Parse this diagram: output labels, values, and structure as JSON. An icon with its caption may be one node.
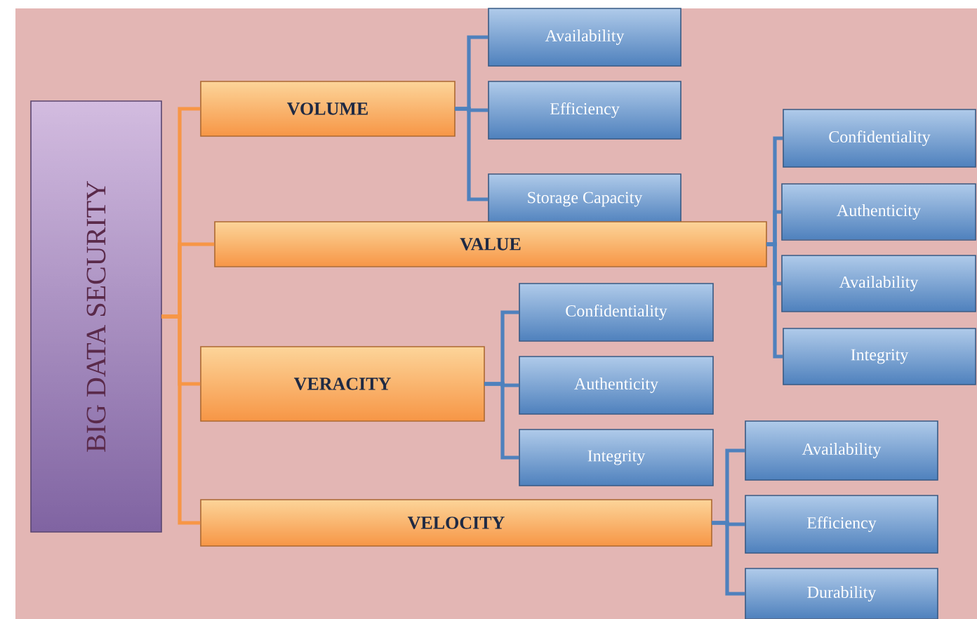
{
  "diagram": {
    "nodes": [
      {
        "text": [
          "BIG DATA SECURITY"
        ]
      },
      {
        "text": [
          "VOLUME"
        ]
      },
      {
        "text": [
          "Availability"
        ]
      },
      {
        "text": [
          "Efficiency"
        ]
      },
      {
        "text": [
          "Storage Capacity"
        ]
      },
      {
        "text": [
          "VALUE"
        ]
      },
      {
        "text": [
          "Confidentiality"
        ]
      },
      {
        "text": [
          "Authenticity"
        ]
      },
      {
        "text": [
          "Availability"
        ]
      },
      {
        "text": [
          "Integrity"
        ]
      },
      {
        "text": [
          "VERACITY"
        ]
      },
      {
        "text": [
          "Confidentiality"
        ]
      },
      {
        "text": [
          "Authenticity"
        ]
      },
      {
        "text": [
          "Integrity"
        ]
      },
      {
        "text": [
          "VELOCITY"
        ]
      },
      {
        "text": [
          "Availability"
        ]
      },
      {
        "text": [
          "Efficiency"
        ]
      },
      {
        "text": [
          "Durability"
        ]
      }
    ],
    "edges": [
      {
        "from": 0,
        "to": 1,
        "arrow": "none",
        "color": "#f79646"
      },
      {
        "from": 0,
        "to": 5,
        "arrow": "none",
        "color": "#f79646"
      },
      {
        "from": 0,
        "to": 10,
        "arrow": "none",
        "color": "#f79646"
      },
      {
        "from": 0,
        "to": 14,
        "arrow": "none",
        "color": "#f79646"
      },
      {
        "from": 1,
        "to": 2,
        "arrow": "none"
      },
      {
        "from": 1,
        "to": 3,
        "arrow": "none"
      },
      {
        "from": 1,
        "to": 4,
        "arrow": "none"
      },
      {
        "from": 5,
        "to": 6,
        "arrow": "none"
      },
      {
        "from": 5,
        "to": 7,
        "arrow": "none"
      },
      {
        "from": 5,
        "to": 8,
        "arrow": "none"
      },
      {
        "from": 5,
        "to": 9,
        "arrow": "none"
      },
      {
        "from": 10,
        "to": 11,
        "arrow": "none"
      },
      {
        "from": 10,
        "to": 12,
        "arrow": "none"
      },
      {
        "from": 10,
        "to": 13,
        "arrow": "none"
      },
      {
        "from": 14,
        "to": 15,
        "arrow": "none"
      },
      {
        "from": 14,
        "to": 16,
        "arrow": "none"
      },
      {
        "from": 14,
        "to": 17,
        "arrow": "none"
      }
    ]
  }
}
